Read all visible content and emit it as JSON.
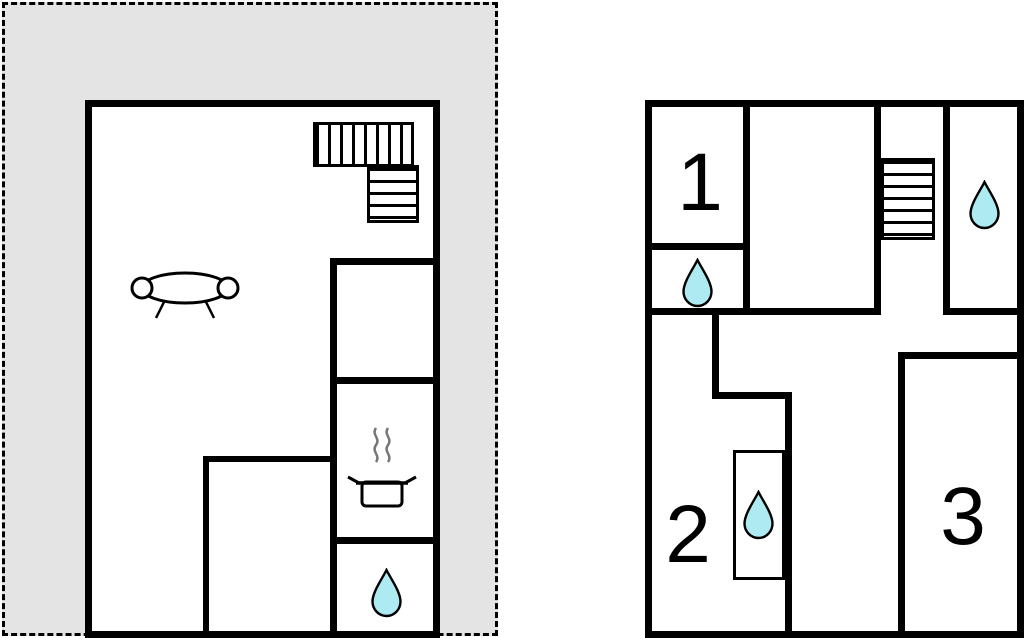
{
  "colors": {
    "wall": "#000000",
    "terrace": "#e4e4e4",
    "room": "#ffffff",
    "water": "#aeeaf2"
  },
  "left_plan": {
    "icons": [
      "stairs-icon",
      "sofa-icon",
      "stove-icon",
      "water-drop-icon"
    ]
  },
  "right_plan": {
    "room_labels": [
      "1",
      "2",
      "3"
    ],
    "icons": [
      "stairs-icon",
      "water-drop-icon",
      "water-drop-icon",
      "water-drop-icon"
    ]
  }
}
